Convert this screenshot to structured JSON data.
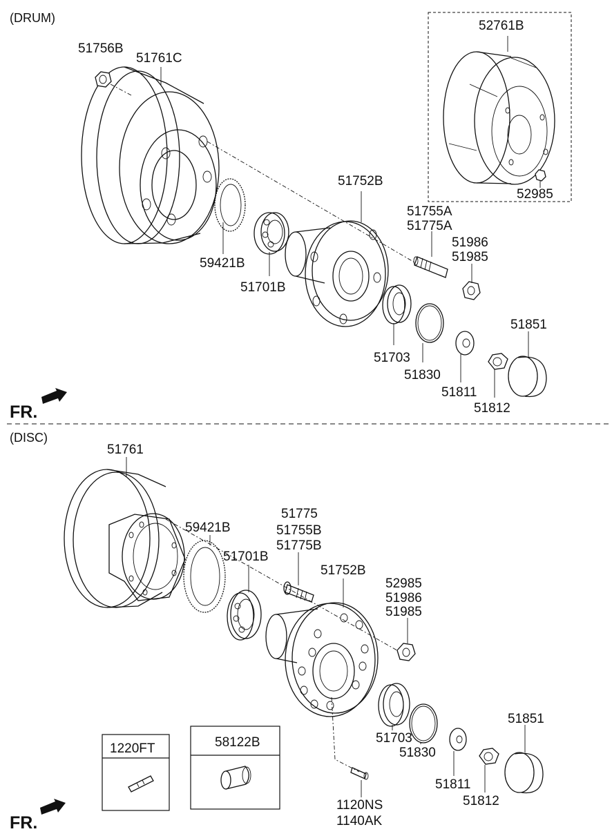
{
  "sections": {
    "drum": "(DRUM)",
    "disc": "(DISC)"
  },
  "fr_label": "FR.",
  "drum_labels": {
    "p51756B": "51756B",
    "p51761C": "51761C",
    "p52761B": "52761B",
    "p52985": "52985",
    "p51752B": "51752B",
    "p51755A": "51755A",
    "p51775A": "51775A",
    "p51986": "51986",
    "p51985": "51985",
    "p59421B": "59421B",
    "p51701B": "51701B",
    "p51703": "51703",
    "p51830": "51830",
    "p51851": "51851",
    "p51811": "51811",
    "p51812": "51812"
  },
  "disc_labels": {
    "p51761": "51761",
    "p51775": "51775",
    "p51755B": "51755B",
    "p51775B": "51775B",
    "p59421B": "59421B",
    "p51701B": "51701B",
    "p51752B": "51752B",
    "p52985": "52985",
    "p51986": "51986",
    "p51985": "51985",
    "p51851": "51851",
    "p51703": "51703",
    "p51830": "51830",
    "p51811": "51811",
    "p51812": "51812",
    "p1120NS": "1120NS",
    "p1140AK": "1140AK"
  },
  "boxes": {
    "b1220FT": "1220FT",
    "b58122B": "58122B"
  }
}
